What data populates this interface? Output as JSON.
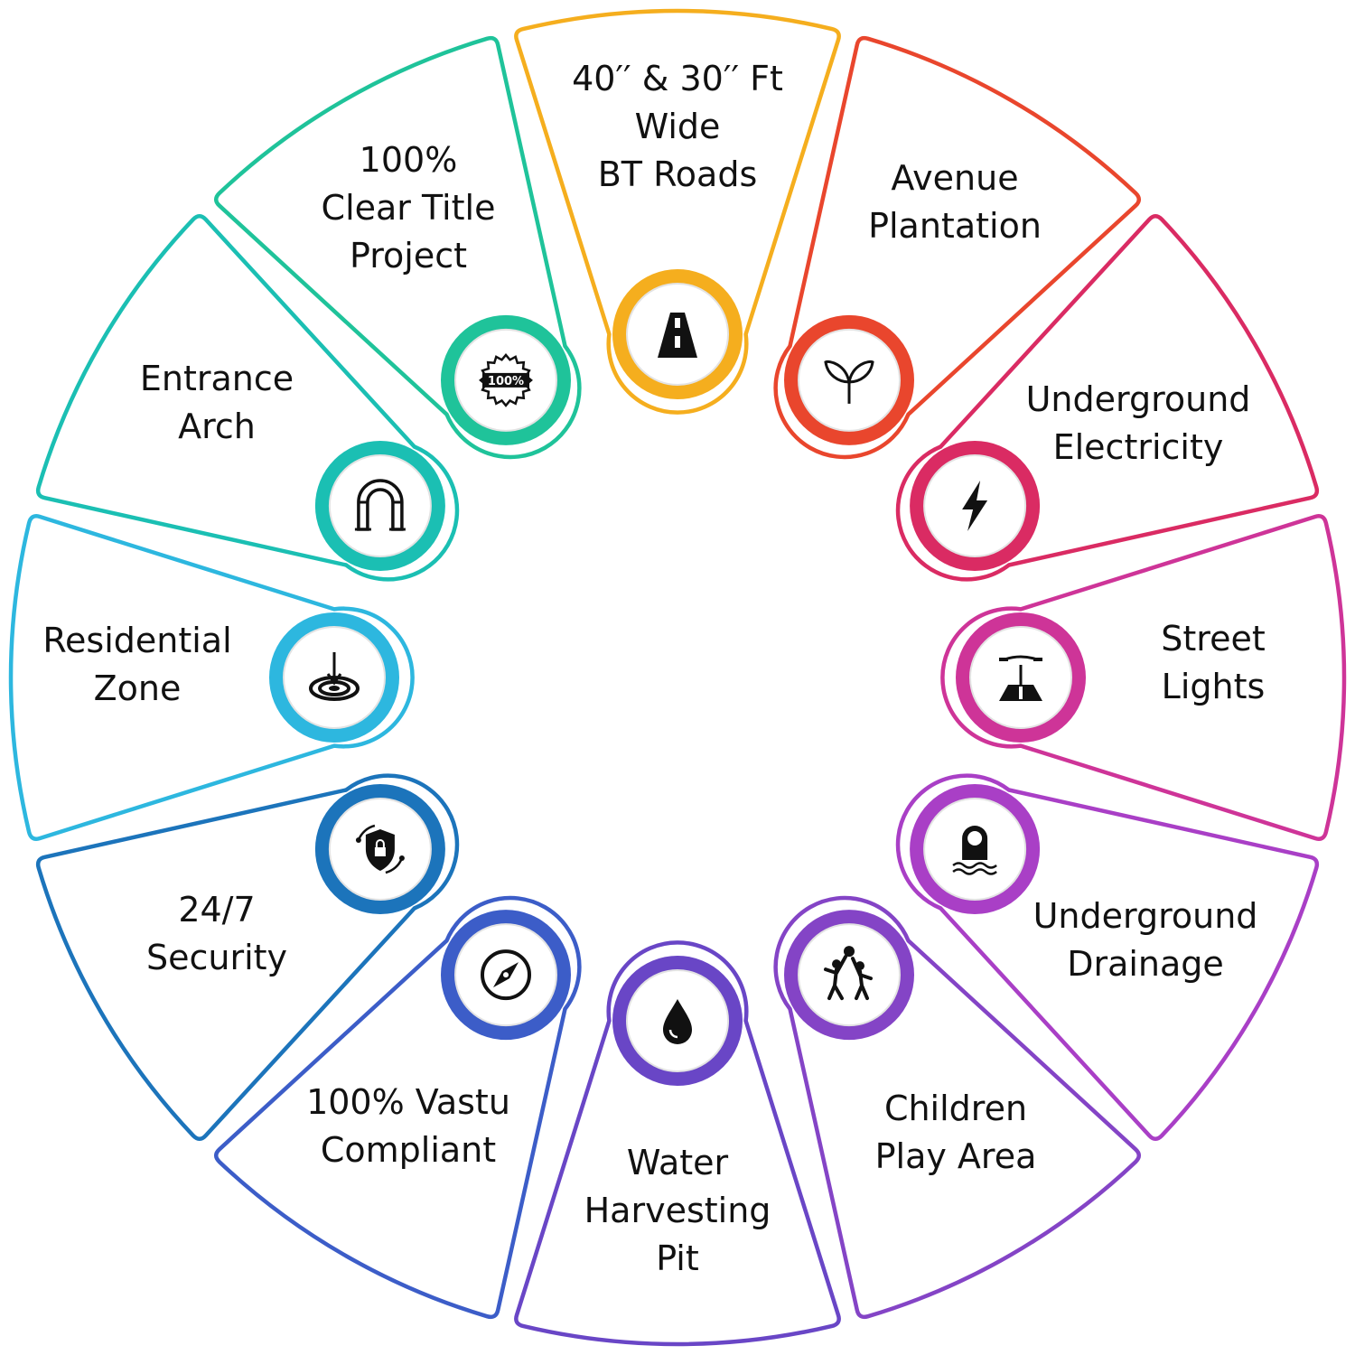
{
  "features": [
    {
      "id": "roads",
      "label_lines": [
        "40′′ & 30′′ Ft",
        "Wide",
        "BT Roads"
      ],
      "icon": "road-icon",
      "color": "#F5AE1E"
    },
    {
      "id": "plantation",
      "label_lines": [
        "Avenue",
        "Plantation"
      ],
      "icon": "sprout-icon",
      "color": "#E9462D"
    },
    {
      "id": "electricity",
      "label_lines": [
        "Underground",
        "Electricity"
      ],
      "icon": "lightning-icon",
      "color": "#DA2B63"
    },
    {
      "id": "streetlights",
      "label_lines": [
        "Street",
        "Lights"
      ],
      "icon": "street-light-icon",
      "color": "#CE3498"
    },
    {
      "id": "drainage",
      "label_lines": [
        "Underground",
        "Drainage"
      ],
      "icon": "drainage-icon",
      "color": "#A93FC6"
    },
    {
      "id": "playarea",
      "label_lines": [
        "Children",
        "Play Area"
      ],
      "icon": "children-play-icon",
      "color": "#8444C6"
    },
    {
      "id": "waterpit",
      "label_lines": [
        "Water",
        "Harvesting",
        "Pit"
      ],
      "icon": "water-drop-icon",
      "color": "#6946C6"
    },
    {
      "id": "vastu",
      "label_lines": [
        "100% Vastu",
        "Compliant"
      ],
      "icon": "compass-icon",
      "color": "#3C5DC8"
    },
    {
      "id": "security",
      "label_lines": [
        "24/7",
        "Security"
      ],
      "icon": "security-shield-icon",
      "color": "#1C74BB"
    },
    {
      "id": "residential",
      "label_lines": [
        "Residential",
        "Zone"
      ],
      "icon": "target-pin-icon",
      "color": "#2DB7DF"
    },
    {
      "id": "arch",
      "label_lines": [
        "Entrance",
        "Arch"
      ],
      "icon": "arch-icon",
      "color": "#1BBFB3"
    },
    {
      "id": "cleartitle",
      "label_lines": [
        "100%",
        "Clear Title",
        "Project"
      ],
      "icon": "badge-100-icon",
      "color": "#1FC39A"
    }
  ]
}
